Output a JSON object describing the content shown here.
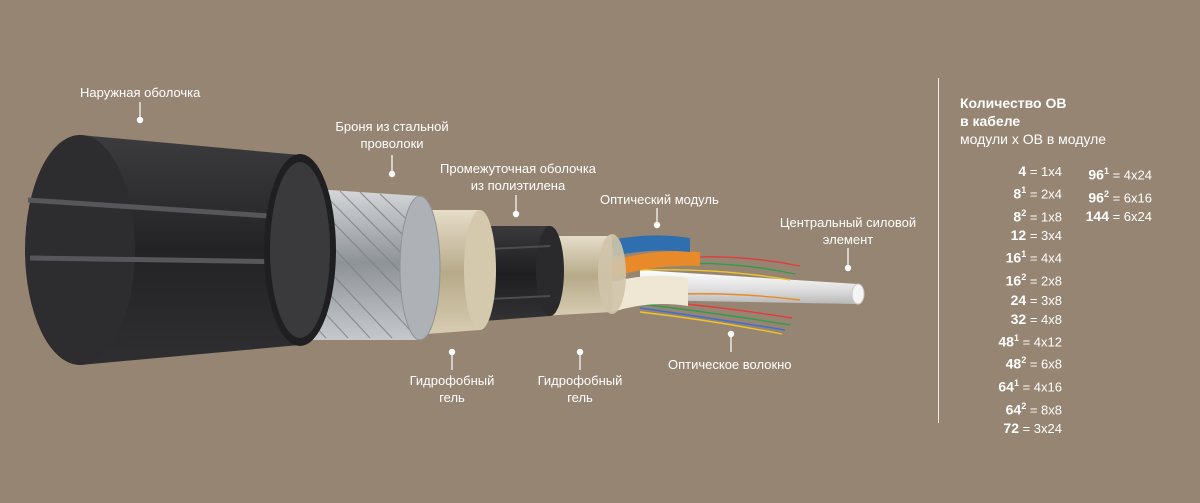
{
  "labels": {
    "outer_sheath": "Наружная оболочка",
    "armor_line1": "Броня из стальной",
    "armor_line2": "проволоки",
    "inter_line1": "Промежуточная оболочка",
    "inter_line2": "из полиэтилена",
    "optical_module": "Оптический модуль",
    "central_line1": "Центральный силовой",
    "central_line2": "элемент",
    "gel1_line1": "Гидрофобный",
    "gel1_line2": "гель",
    "gel2_line1": "Гидрофобный",
    "gel2_line2": "гель",
    "optical_fiber": "Оптическое волокно"
  },
  "panel": {
    "title_line1": "Количество ОВ",
    "title_line2": "в кабеле",
    "subtitle": "модули х ОВ в модуле",
    "col1": [
      {
        "num": "4",
        "sup": "",
        "formula": "= 1х4"
      },
      {
        "num": "8",
        "sup": "1",
        "formula": "= 2х4"
      },
      {
        "num": "8",
        "sup": "2",
        "formula": "= 1х8"
      },
      {
        "num": "12",
        "sup": "",
        "formula": "= 3х4"
      },
      {
        "num": "16",
        "sup": "1",
        "formula": "= 4х4"
      },
      {
        "num": "16",
        "sup": "2",
        "formula": "= 2х8"
      },
      {
        "num": "24",
        "sup": "",
        "formula": "= 3х8"
      },
      {
        "num": "32",
        "sup": "",
        "formula": "= 4х8"
      },
      {
        "num": "48",
        "sup": "1",
        "formula": "= 4х12"
      },
      {
        "num": "48",
        "sup": "2",
        "formula": "= 6х8"
      },
      {
        "num": "64",
        "sup": "1",
        "formula": "= 4х16"
      },
      {
        "num": "64",
        "sup": "2",
        "formula": "= 8х8"
      },
      {
        "num": "72",
        "sup": "",
        "formula": "= 3х24"
      }
    ],
    "col2": [
      {
        "num": "96",
        "sup": "1",
        "formula": "= 4х24"
      },
      {
        "num": "96",
        "sup": "2",
        "formula": "= 6х16"
      },
      {
        "num": "144",
        "sup": "",
        "formula": "= 6х24"
      }
    ]
  },
  "colors": {
    "background": "#978573",
    "sheath": "#2b2b2d",
    "armor": "#b9bcc0",
    "module_orange": "#e8892a",
    "module_blue": "#2f6fb0"
  }
}
